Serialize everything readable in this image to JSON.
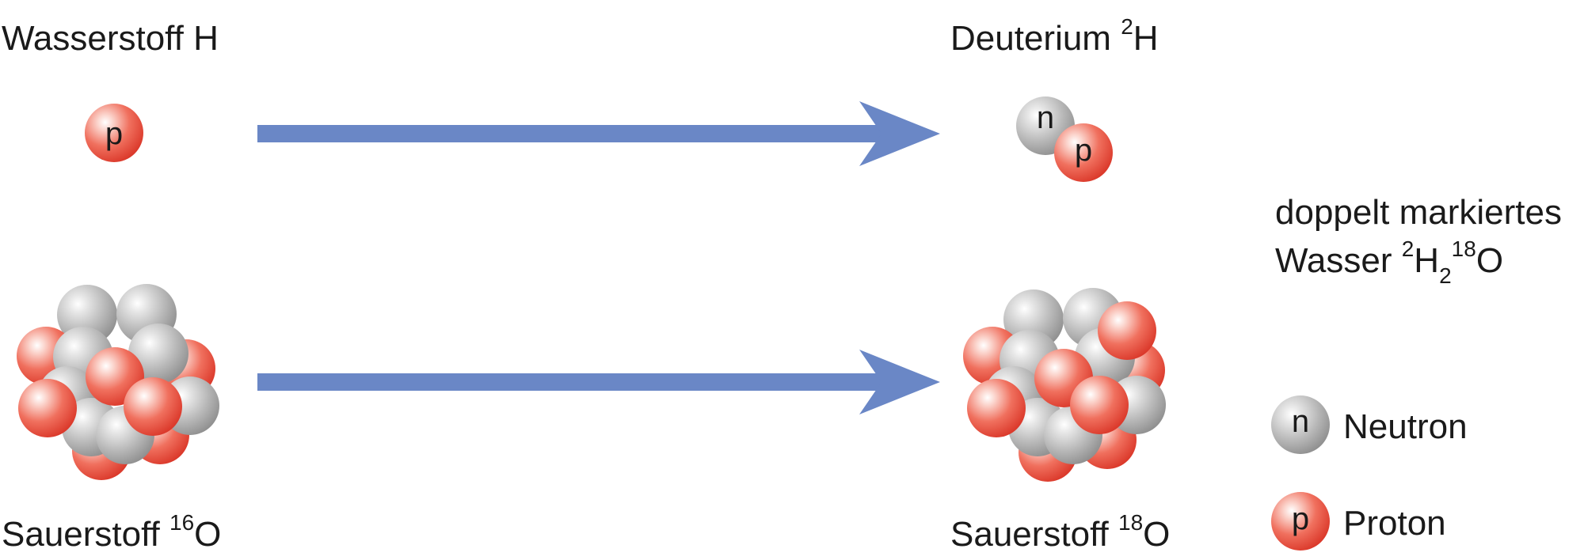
{
  "labels": {
    "hydrogen": "Wasserstoff H",
    "deuterium": "Deuterium ",
    "deuterium_sup": "2",
    "deuterium_el": "H",
    "oxygen16": "Sauerstoff ",
    "oxygen16_sup": "16",
    "oxygen16_el": "O",
    "oxygen18": "Sauerstoff ",
    "oxygen18_sup": "18",
    "oxygen18_el": "O",
    "water_line1": "doppelt markiertes",
    "water_line2": "Wasser ",
    "water_sup_h": "2",
    "water_h": "H",
    "water_sub": "2",
    "water_sup_o": "18",
    "water_o": "O"
  },
  "particles": {
    "proton_symbol": "p",
    "neutron_symbol": "n"
  },
  "legend": {
    "neutron": {
      "symbol": "n",
      "label": "Neutron"
    },
    "proton": {
      "symbol": "p",
      "label": "Proton"
    }
  },
  "colors": {
    "proton": "#e8473a",
    "neutron": "#a9a9a9",
    "arrow": "#6a87c6"
  }
}
